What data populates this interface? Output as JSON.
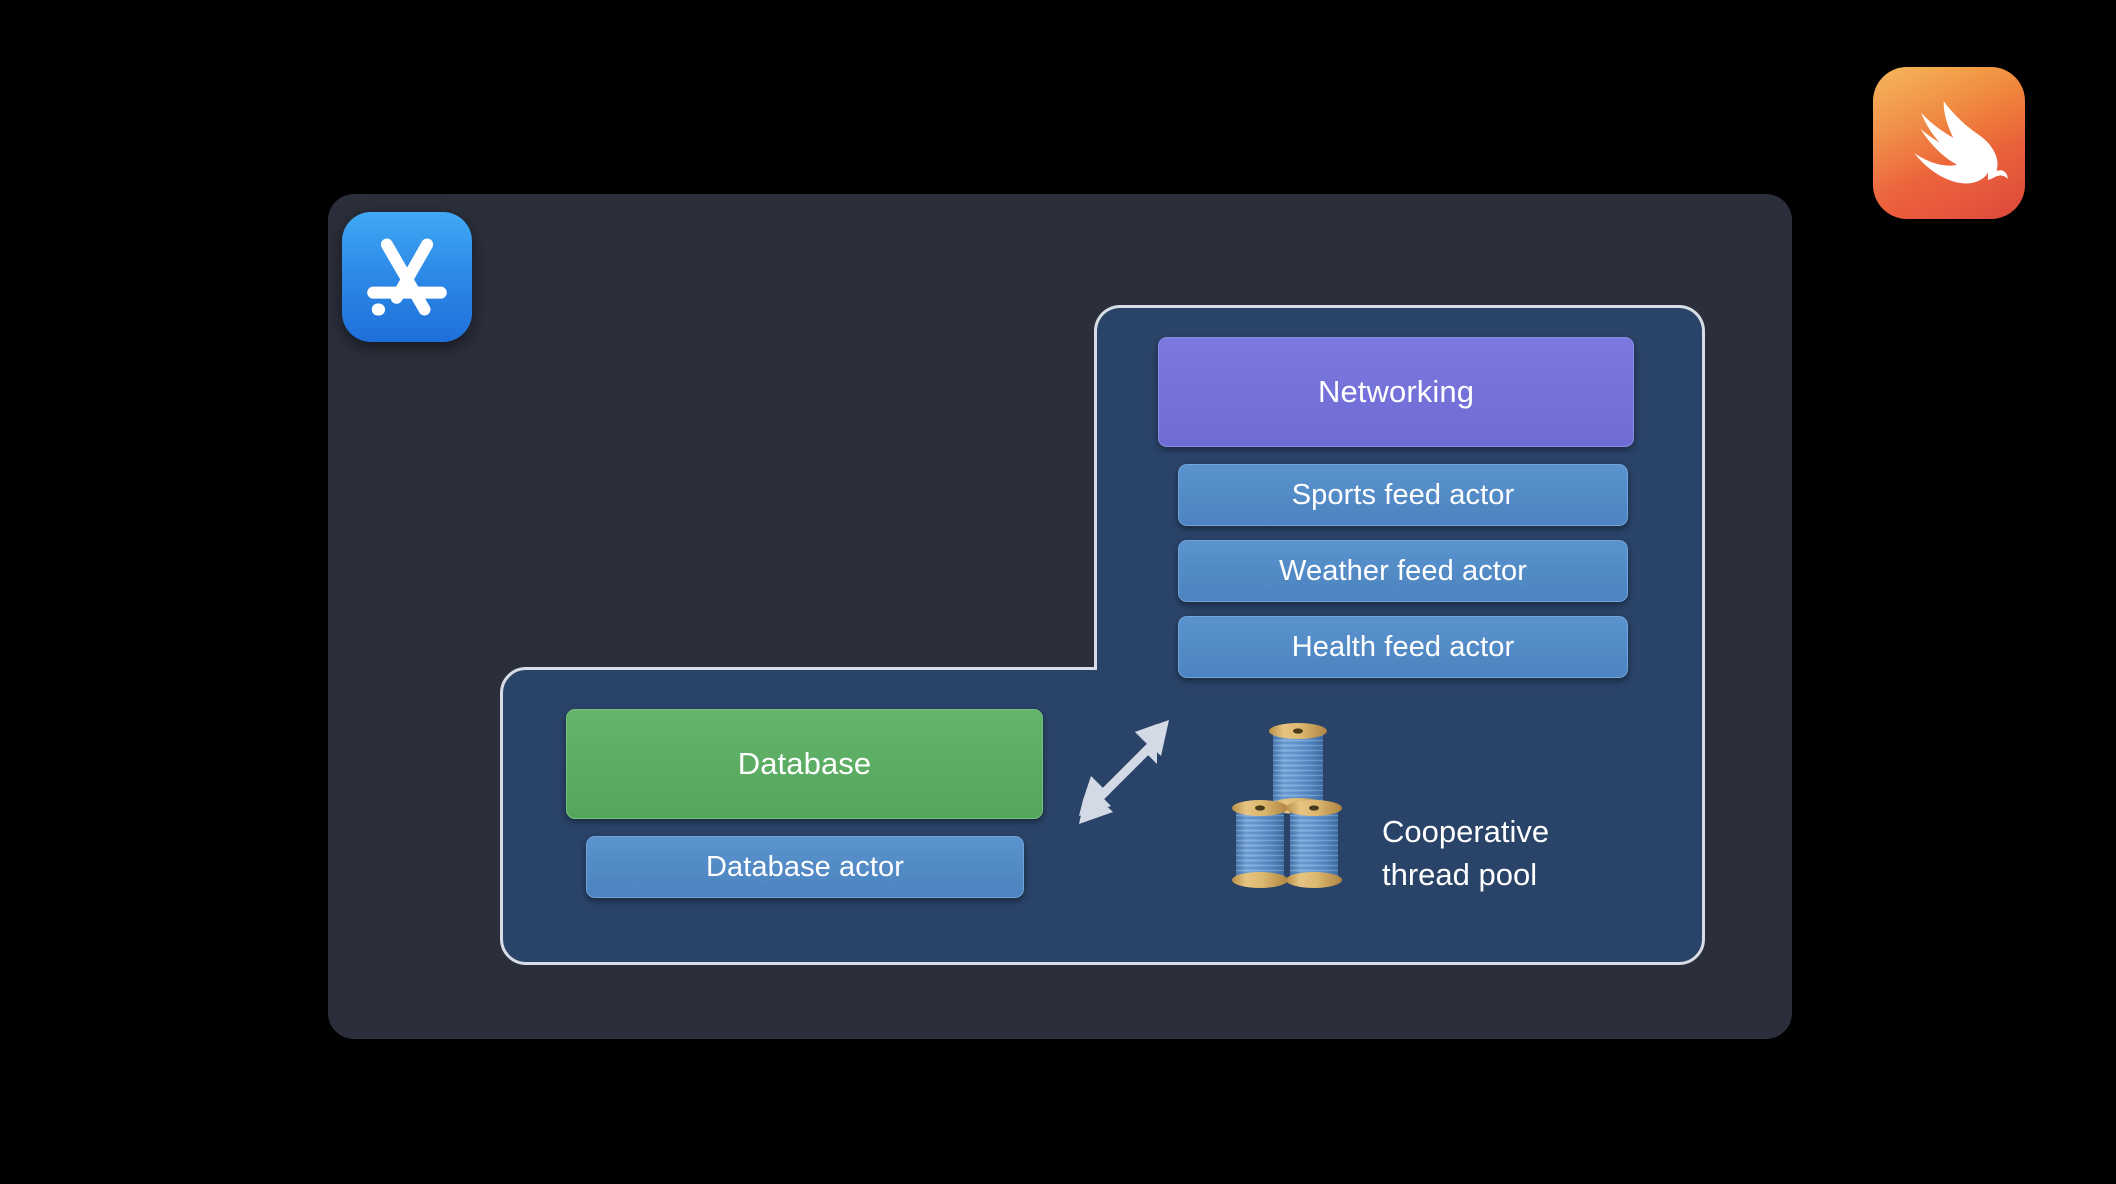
{
  "logos": {
    "swift": "swift-logo",
    "appstore": "app-store-logo"
  },
  "app_container": {
    "label": "application-container"
  },
  "networking_panel": {
    "module": {
      "label": "Networking",
      "color": "#7170D9"
    },
    "actors": [
      {
        "label": "Sports feed actor",
        "color": "#5189C8"
      },
      {
        "label": "Weather feed actor",
        "color": "#5189C8"
      },
      {
        "label": "Health feed actor",
        "color": "#5189C8"
      }
    ]
  },
  "database_panel": {
    "module": {
      "label": "Database",
      "color": "#5BB062"
    },
    "actors": [
      {
        "label": "Database actor",
        "color": "#5189C8"
      }
    ],
    "thread_pool": {
      "caption_line1": "Cooperative",
      "caption_line2": "thread pool",
      "spool_count": 3,
      "icon": "thread-spools-icon"
    },
    "arrow": {
      "icon": "bidirectional-arrow-icon",
      "color": "#D3DAE6"
    }
  },
  "colors": {
    "background": "#000000",
    "app_container": "#2B2F3B",
    "runtime_panel": "#2A4368",
    "panel_border": "#D8DCE4",
    "module_networking": "#7170D9",
    "module_database": "#5BB062",
    "actor_blue": "#5189C8",
    "arrow": "#D3DAE6",
    "spool_thread": "#6A9BD4",
    "spool_wood": "#D9B36A",
    "text": "#FFFFFF"
  }
}
